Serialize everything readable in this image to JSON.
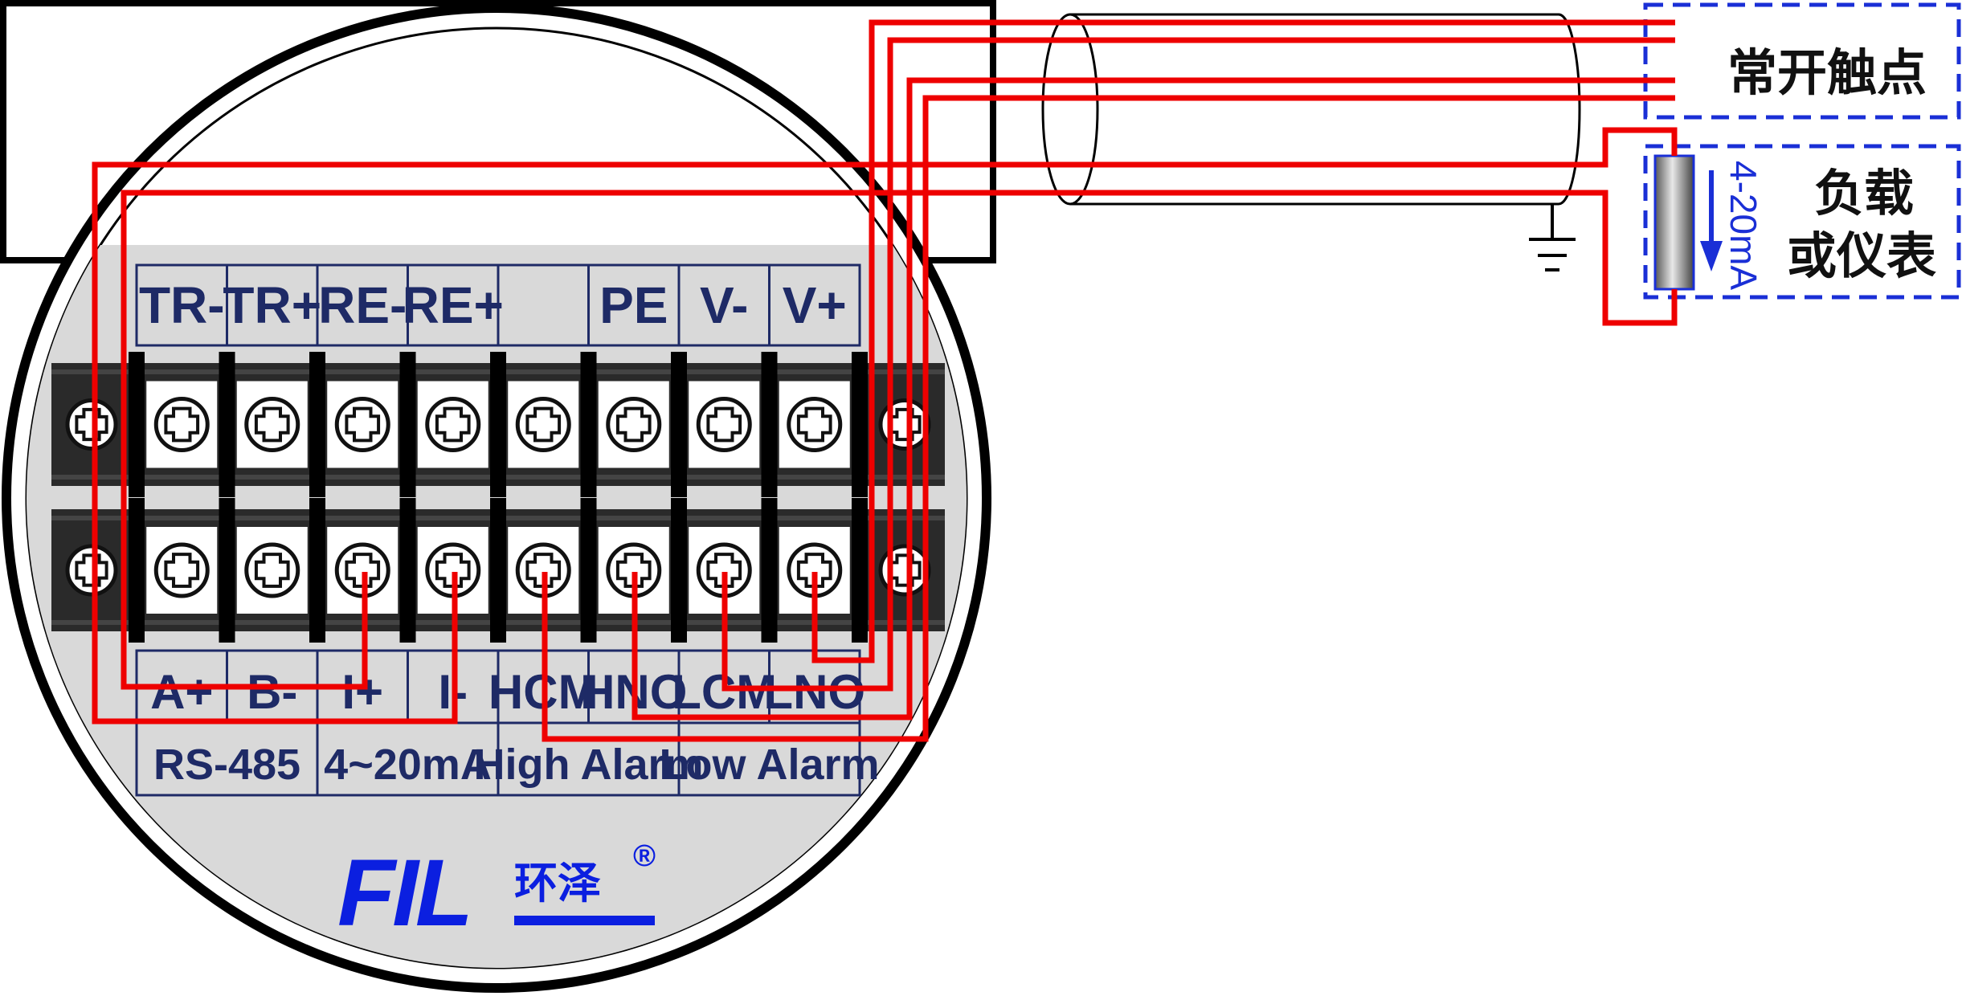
{
  "top_labels": [
    "TR-",
    "TR+",
    "RE-",
    "RE+",
    "",
    "PE",
    "V-",
    "V+"
  ],
  "bottom_labels": [
    "A+",
    "B-",
    "I+",
    "I-",
    "HCM",
    "HNO",
    "LCM",
    "LNO"
  ],
  "groups": [
    "RS-485",
    "4~20mA",
    "High Alarm",
    "Low Alarm"
  ],
  "contact_label": "常开触点",
  "load_label_line1": "负载",
  "load_label_line2": "或仪表",
  "current_label": "4-20mA",
  "brand": {
    "logo": "FIL",
    "cn": "环泽",
    "reg": "®",
    "color": "#0b1fe0"
  },
  "colors": {
    "wire": "#ee0000",
    "label_text": "#1e2a66",
    "dashed_box": "#1a2fd6",
    "terminal_strip": "#2a2a2a",
    "panel": "#d9d9d9"
  }
}
